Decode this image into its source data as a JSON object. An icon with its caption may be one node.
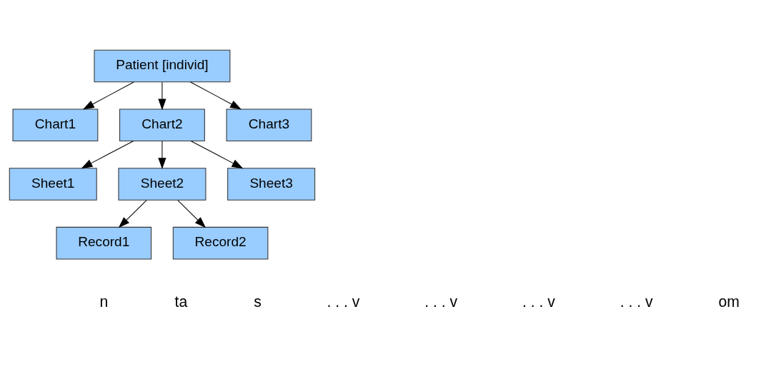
{
  "diagram": {
    "nodes": [
      {
        "text": [
          "Patient [individ]"
        ]
      },
      {
        "text": [
          "Chart1"
        ]
      },
      {
        "text": [
          "Chart2"
        ]
      },
      {
        "text": [
          "Chart3"
        ]
      },
      {
        "text": [
          "Sheet1"
        ]
      },
      {
        "text": [
          "Sheet2"
        ]
      },
      {
        "text": [
          "Sheet3"
        ]
      },
      {
        "text": [
          "Record1"
        ]
      },
      {
        "text": [
          "Record2"
        ]
      }
    ],
    "edges": [
      {
        "from": 0,
        "to": 1,
        "arrow": "to"
      },
      {
        "from": 0,
        "to": 2,
        "arrow": "to"
      },
      {
        "from": 0,
        "to": 3,
        "arrow": "to"
      },
      {
        "from": 2,
        "to": 4,
        "arrow": "to"
      },
      {
        "from": 2,
        "to": 5,
        "arrow": "to"
      },
      {
        "from": 2,
        "to": 6,
        "arrow": "to"
      },
      {
        "from": 5,
        "to": 7,
        "arrow": "to"
      },
      {
        "from": 5,
        "to": 8,
        "arrow": "to"
      }
    ],
    "labels": [
      "n",
      "ta",
      "s",
      ". . . v",
      ". . . v",
      ". . . v",
      ". . . v",
      "om"
    ]
  }
}
